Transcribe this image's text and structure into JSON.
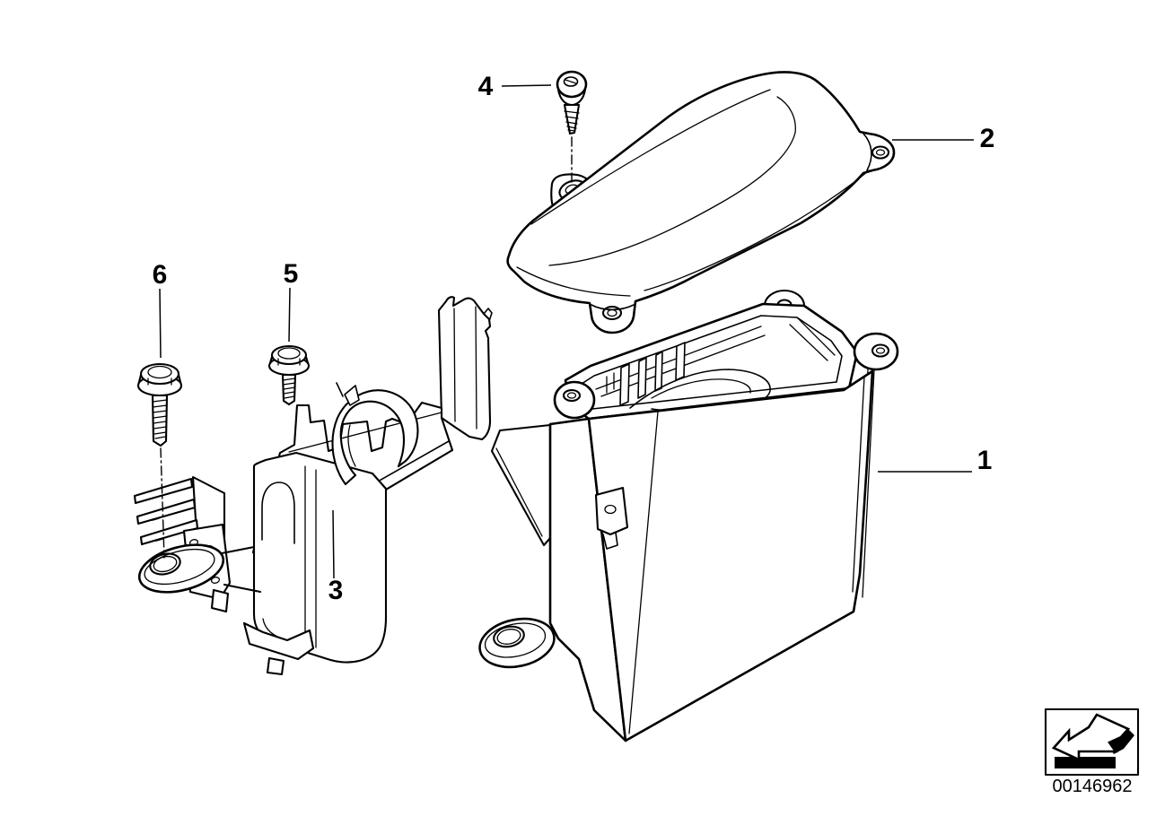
{
  "page": {
    "background_color": "#ffffff",
    "line_color": "#000000",
    "type": "exploded-parts-diagram"
  },
  "diagram": {
    "callouts": [
      {
        "number": "1"
      },
      {
        "number": "2"
      },
      {
        "number": "3"
      },
      {
        "number": "4"
      },
      {
        "number": "5"
      },
      {
        "number": "6"
      }
    ],
    "footer": {
      "part_number": "00146962",
      "stamp_icon": "replaced-part-arrow-icon"
    }
  }
}
